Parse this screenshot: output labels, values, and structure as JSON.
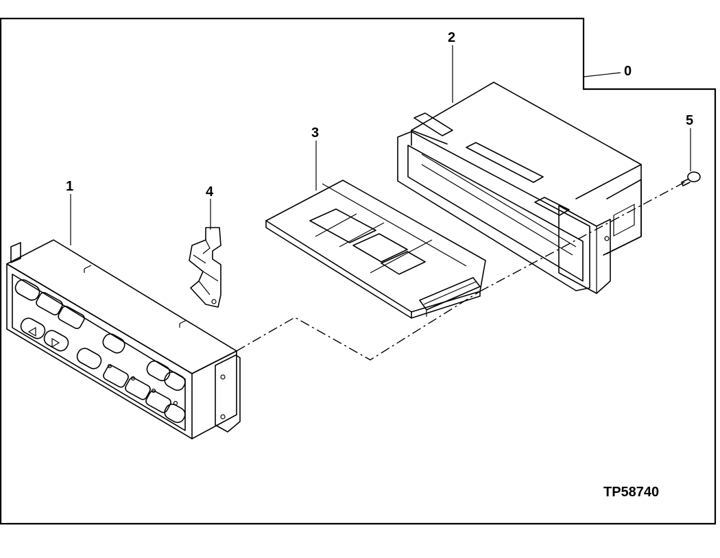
{
  "callouts": {
    "assembly": "0",
    "control_panel": "1",
    "housing": "2",
    "circuit_board": "3",
    "bracket": "4",
    "screw": "5"
  },
  "figure_id": "TP58740"
}
